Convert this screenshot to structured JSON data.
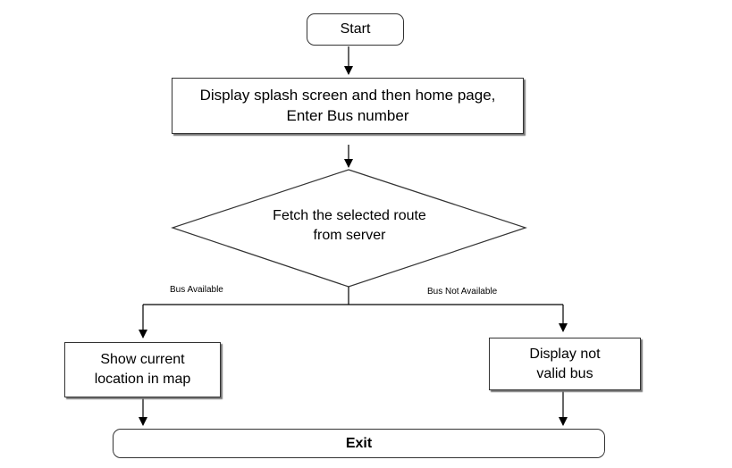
{
  "nodes": {
    "start": "Start",
    "display_home": "Display splash screen and then home page, Enter Bus number",
    "fetch_route": "Fetch the selected route from server",
    "show_location": "Show current location in map",
    "display_invalid": "Display not valid bus",
    "exit": "Exit"
  },
  "branches": {
    "yes": "Bus Available",
    "no": "Bus Not Available"
  }
}
